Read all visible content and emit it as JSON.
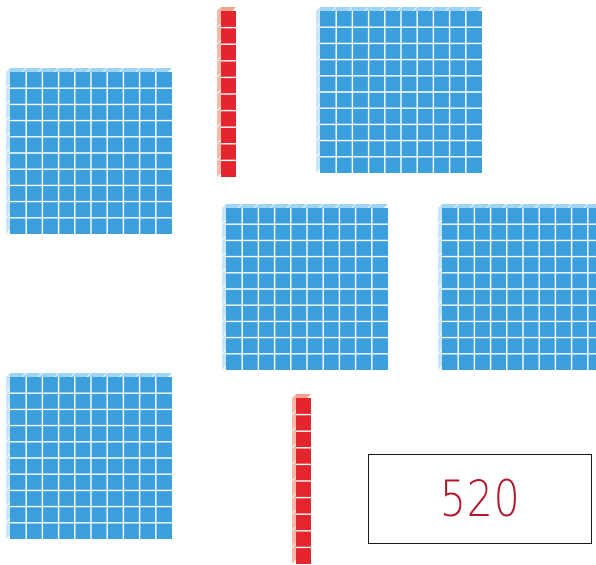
{
  "blocks": {
    "hundreds_flats": 5,
    "tens_rods": 2,
    "units_per_rod": 10,
    "flat_grid": [
      10,
      10
    ]
  },
  "colors": {
    "flat_fill": "#3b9fde",
    "flat_grid_line": "#ffffff",
    "flat_top_face": "#9fd4f2",
    "flat_side_face": "#c8e6f8",
    "rod_fill": "#e3262d",
    "rod_grid_line": "#ffffff",
    "rod_top_face": "#f3a28e",
    "rod_side_face": "#f6b9a8",
    "answer_text": "#b3182c",
    "answer_border": "#1a1a1a"
  },
  "answer": {
    "value": "520"
  }
}
